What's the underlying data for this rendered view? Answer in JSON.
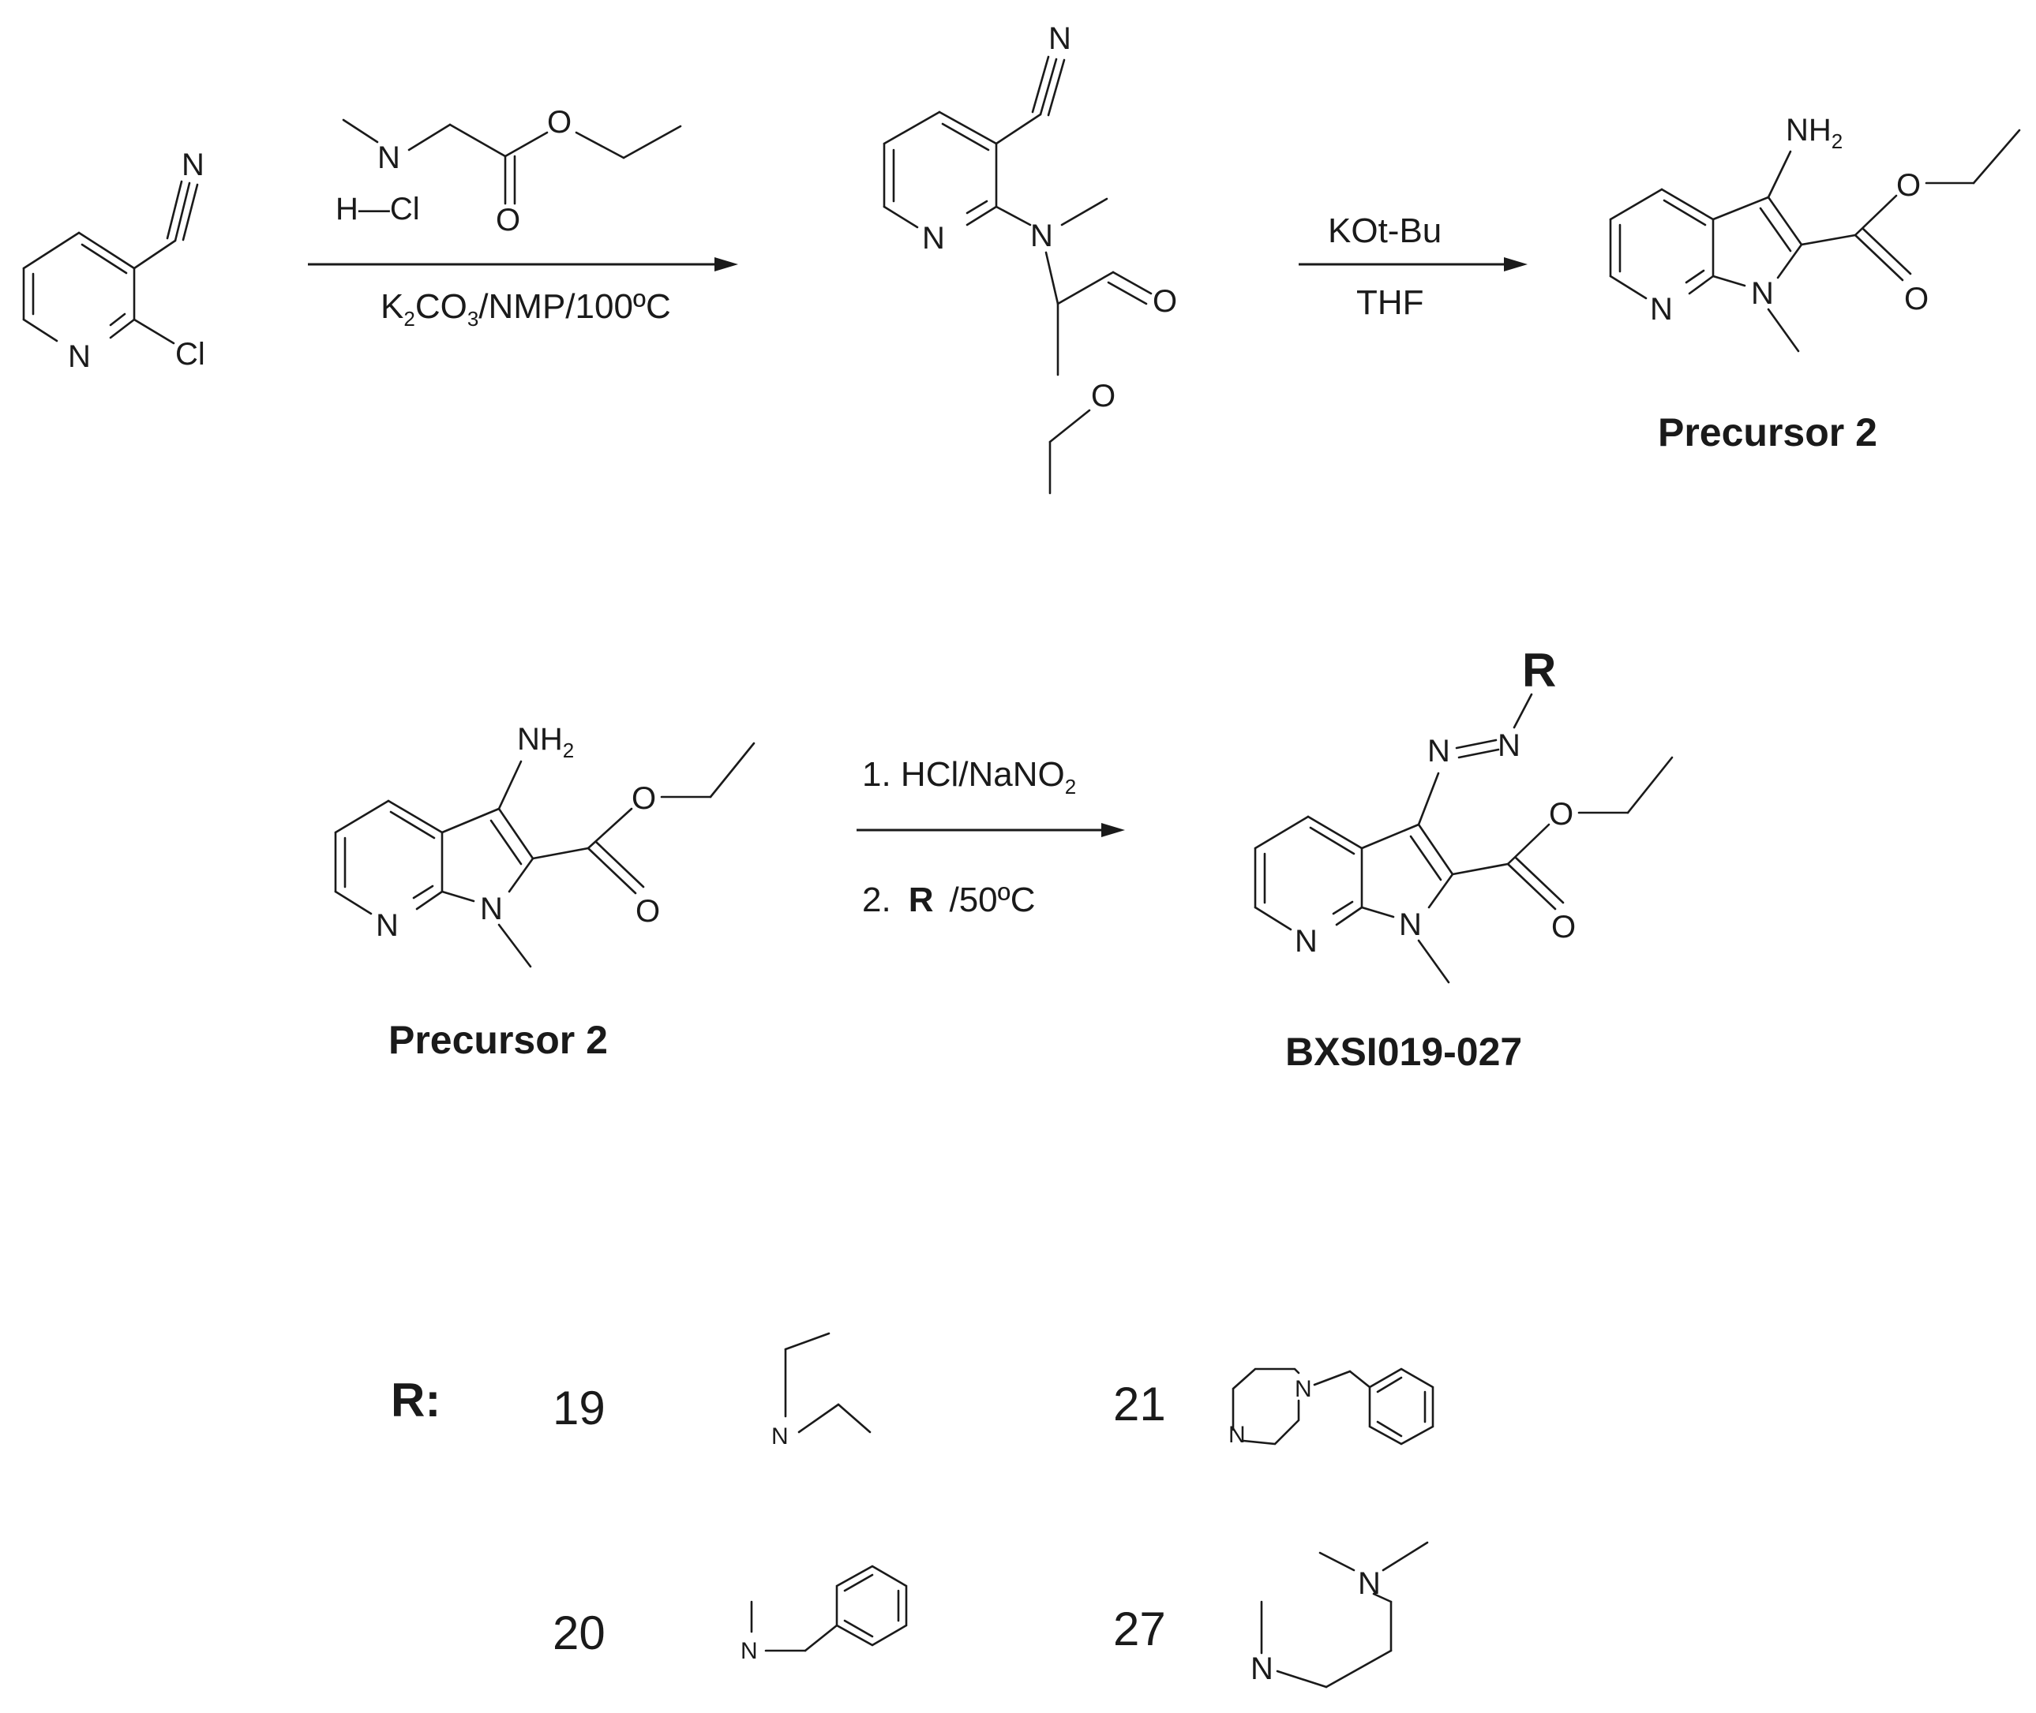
{
  "scheme": {
    "step1": {
      "reagent_hcl": "H—Cl",
      "conditions_prefix": "K",
      "conditions_sub1": "2",
      "conditions_mid": "CO",
      "conditions_sub2": "3",
      "conditions_suffix": "/NMP/100ºC"
    },
    "step2": {
      "reagent": "KOt-Bu",
      "solvent": "THF"
    },
    "step3": {
      "line1_prefix": "1. HCl/NaNO",
      "line1_sub": "2",
      "line2_prefix": "2.",
      "line2_r": "R",
      "line2_suffix": "/50ºC"
    },
    "labels": {
      "precursor_top": "Precursor 2",
      "precursor_bottom": "Precursor 2",
      "product": "BXSI019-027"
    },
    "atoms": {
      "N": "N",
      "Cl": "Cl",
      "O": "O",
      "NH": "NH",
      "NH_sub": "2",
      "R": "R"
    },
    "r_groups": {
      "header": "R:",
      "items": [
        {
          "number": "19"
        },
        {
          "number": "20"
        },
        {
          "number": "21"
        },
        {
          "number": "27"
        }
      ]
    }
  }
}
